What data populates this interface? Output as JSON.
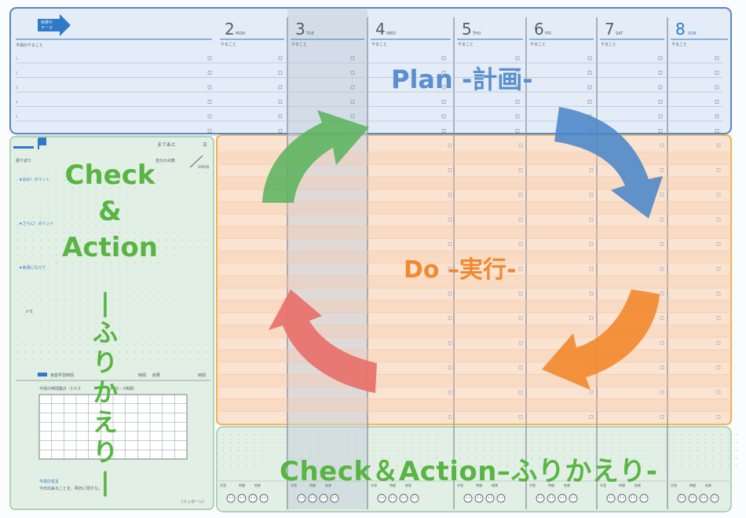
{
  "planner": {
    "theme_label_line1": "目標や",
    "theme_label_line2": "テーマ",
    "weekly_todo_label": "今週のやること",
    "todo_label": "やること",
    "days": [
      {
        "num": "2",
        "dow": "MON"
      },
      {
        "num": "3",
        "dow": "TUE"
      },
      {
        "num": "4",
        "dow": "WED"
      },
      {
        "num": "5",
        "dow": "THU"
      },
      {
        "num": "6",
        "dow": "FRI"
      },
      {
        "num": "7",
        "dow": "SAT"
      },
      {
        "num": "8",
        "dow": "SUN"
      }
    ],
    "review": {
      "until_label": "まであと",
      "days_unit": "日",
      "reflection_label": "振り返り",
      "self_score_label": "自分の点数",
      "score_max": "100点",
      "praise_label": "★ほめ！ポイント",
      "more_label": "★さらに！ポイント",
      "next_week_label": "★来週にむけて",
      "memo_label": "メモ",
      "study_time_label": "家庭学習時間",
      "time_label": "時間",
      "result_label": "結果",
      "summary_label": "今週の時間集計（1マス",
      "summary_suffix": "30分・1時間）",
      "quote_label": "今週の名言",
      "quote_text": "今日出来ることを、明日に残すな。",
      "quote_author": "（リンカーン）"
    },
    "footer": {
      "study_time": "学習",
      "time": "時間",
      "result": "結果"
    }
  },
  "cycle": {
    "plan": "Plan -計画-",
    "do": "Do –実行-",
    "check_action": "Check＆Action–ふりかえり-",
    "left_line1": "Check",
    "left_line2": "&",
    "left_line3": "Action",
    "left_vertical": "|\nふ\nり\nか\nえ\nり\n|"
  },
  "colors": {
    "plan": "#5b8fd0",
    "do": "#f1892f",
    "check": "#59b543",
    "act": "#e8706a",
    "plan_zone": "#e3ecf7",
    "do_zone": "#fbe3d2",
    "check_zone": "#e1efe4"
  }
}
